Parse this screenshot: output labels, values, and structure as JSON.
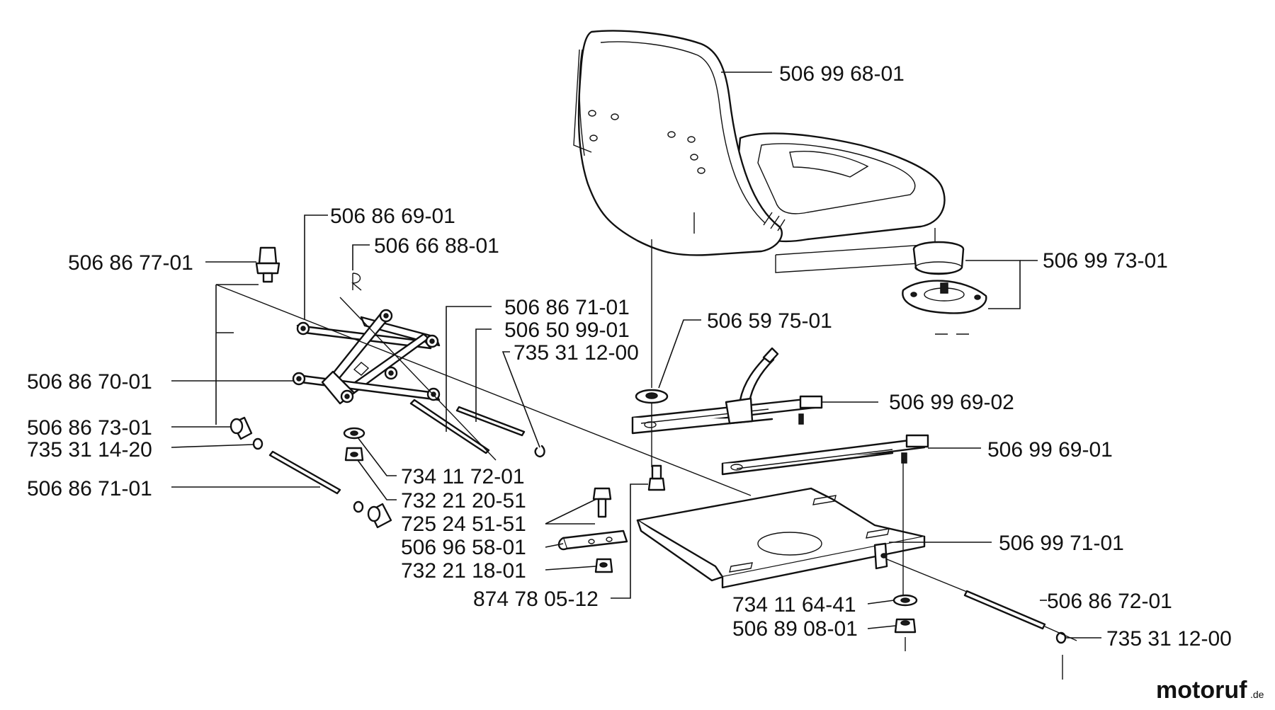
{
  "parts": {
    "seat": "506 99 68-01",
    "bellows": "506 99 73-01",
    "washer_top": "506 59 75-01",
    "rail_upper": "506 99 69-02",
    "rail_lower": "506 99 69-01",
    "base_plate": "506 99 71-01",
    "rod_right": "506 86 72-01",
    "clip_right": "735 31 12-00",
    "washer_bottom": "734 11 64-41",
    "nut_bottom": "506 89 08-01",
    "link_upper": "506 86 69-01",
    "pin": "506 66 88-01",
    "knob": "506 86 77-01",
    "rod_mid": "506 86 71-01",
    "rod_mid_b": "506 50 99-01",
    "clip_mid": "735 31 12-00",
    "link_lower": "506 86 70-01",
    "bushing": "506 86 73-01",
    "circlip": "735 31 14-20",
    "rod_left": "506 86 71-01",
    "washer_left": "734 11 72-01",
    "nut_left": "732 21 20-51",
    "bolt": "725 24 51-51",
    "bracket": "506 96 58-01",
    "nut_small": "732 21 18-01",
    "screw": "874 78 05-12"
  },
  "watermark": {
    "brand": "motoruf",
    "tld": ".de"
  }
}
